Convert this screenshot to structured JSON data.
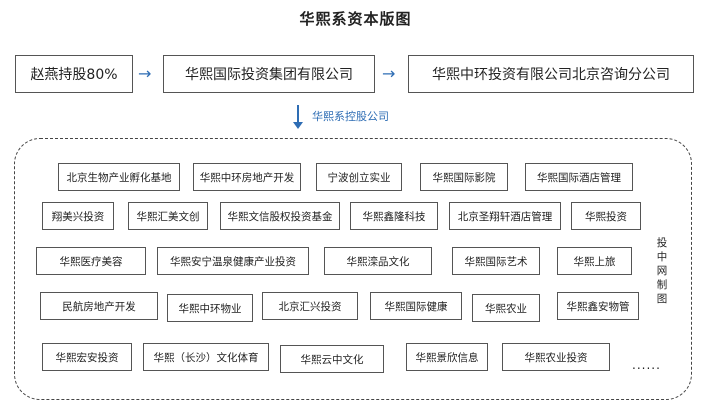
{
  "title": "华熙系资本版图",
  "top": {
    "shareholder": "赵燕持股80%",
    "group": "华熙国际投资集团有限公司",
    "subsidiary": "华熙中环投资有限公司北京咨询分公司"
  },
  "arrow_label": "华熙系控股公司",
  "side_label": "投中网制图",
  "ellipsis": "......",
  "companies": [
    [
      "北京生物产业孵化基地",
      "华熙中环房地产开发",
      "宁波创立实业",
      "华熙国际影院",
      "华熙国际酒店管理"
    ],
    [
      "翔美兴投资",
      "华熙汇美文创",
      "华熙文信股权投资基金",
      "华熙鑫隆科技",
      "北京圣翔轩酒店管理",
      "华熙投资"
    ],
    [
      "华熙医疗美容",
      "华熙安宁温泉健康产业投资",
      "华熙滦品文化",
      "华熙国际艺术",
      "华熙上旅"
    ],
    [
      "民航房地产开发",
      "华熙中环物业",
      "北京汇兴投资",
      "华熙国际健康",
      "华熙农业",
      "华熙鑫安物管"
    ],
    [
      "华熙宏安投资",
      "华熙（长沙）文化体育",
      "华熙云中文化",
      "华熙景欣信息",
      "华熙农业投资"
    ]
  ]
}
